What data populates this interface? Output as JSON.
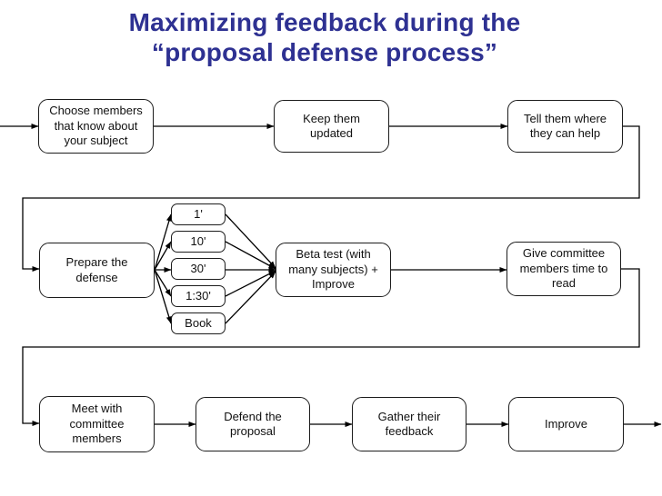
{
  "title": {
    "line1": "Maximizing feedback during the",
    "line2": "“proposal defense process”"
  },
  "colors": {
    "title_text": "#2E3192",
    "box_border": "#1c1c1c",
    "box_fill": "#ffffff",
    "connector": "#000000"
  },
  "diagram": {
    "nodes": {
      "choose_members": {
        "label": "Choose members\nthat know about\nyour subject"
      },
      "keep_updated": {
        "label": "Keep them\nupdated"
      },
      "tell_where": {
        "label": "Tell them where\nthey can help"
      },
      "prepare": {
        "label": "Prepare the\ndefense"
      },
      "dur_1": {
        "label": "1'"
      },
      "dur_10": {
        "label": "10'"
      },
      "dur_30": {
        "label": "30'"
      },
      "dur_130": {
        "label": "1:30'"
      },
      "dur_book": {
        "label": "Book"
      },
      "beta_test": {
        "label": "Beta test (with\nmany subjects) +\nImprove"
      },
      "give_time": {
        "label": "Give committee\nmembers time to\nread"
      },
      "meet_committee": {
        "label": "Meet with\ncommittee\nmembers"
      },
      "defend": {
        "label": "Defend the\nproposal"
      },
      "gather": {
        "label": "Gather their\nfeedback"
      },
      "improve": {
        "label": "Improve"
      }
    },
    "edges": [
      {
        "from": "start",
        "to": "choose_members"
      },
      {
        "from": "choose_members",
        "to": "keep_updated"
      },
      {
        "from": "keep_updated",
        "to": "tell_where"
      },
      {
        "from": "tell_where",
        "to": "prepare"
      },
      {
        "from": "prepare",
        "to": "dur_1"
      },
      {
        "from": "prepare",
        "to": "dur_10"
      },
      {
        "from": "prepare",
        "to": "dur_30"
      },
      {
        "from": "prepare",
        "to": "dur_130"
      },
      {
        "from": "prepare",
        "to": "dur_book"
      },
      {
        "from": "dur_1",
        "to": "beta_test"
      },
      {
        "from": "dur_10",
        "to": "beta_test"
      },
      {
        "from": "dur_30",
        "to": "beta_test"
      },
      {
        "from": "dur_130",
        "to": "beta_test"
      },
      {
        "from": "dur_book",
        "to": "beta_test"
      },
      {
        "from": "beta_test",
        "to": "give_time"
      },
      {
        "from": "give_time",
        "to": "meet_committee"
      },
      {
        "from": "meet_committee",
        "to": "defend"
      },
      {
        "from": "defend",
        "to": "gather"
      },
      {
        "from": "gather",
        "to": "improve"
      },
      {
        "from": "improve",
        "to": "end"
      }
    ]
  }
}
